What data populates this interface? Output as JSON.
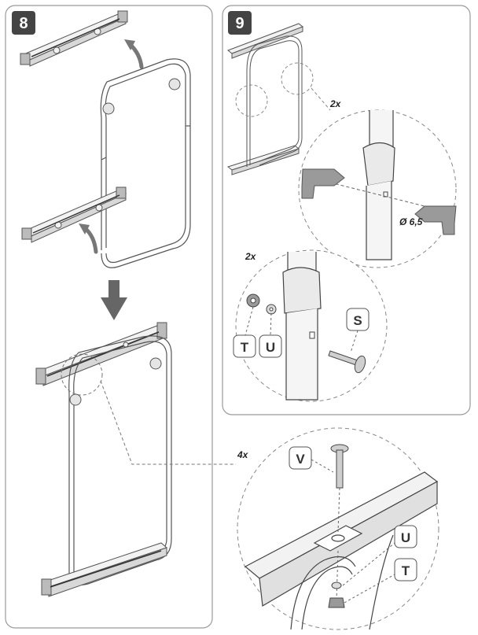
{
  "steps": [
    {
      "number": "8"
    },
    {
      "number": "9",
      "drill_diameter": "Ø 6,5"
    }
  ],
  "quantities": {
    "step9_drill": "2x",
    "step9_bolt": "2x",
    "step8_detail": "4x"
  },
  "parts": {
    "T": "T",
    "U": "U",
    "S": "S",
    "V": "V"
  },
  "colors": {
    "panel_border": "#9a9a9a",
    "badge": "#444444",
    "line": "#555555",
    "arrow": "#666666",
    "frame_fill": "#f2f2f2"
  }
}
